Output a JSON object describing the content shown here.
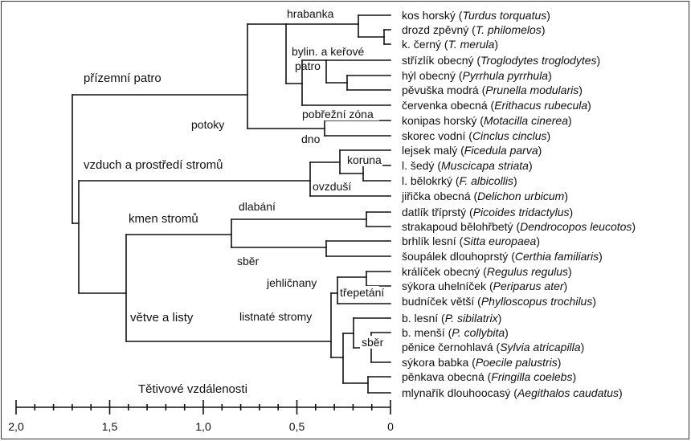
{
  "species": [
    {
      "cz": "kos horský",
      "lat": "Turdus torquatus"
    },
    {
      "cz": "drozd zpěvný",
      "lat": "T. philomelos"
    },
    {
      "cz": "k. černý",
      "lat": "T. merula"
    },
    {
      "cz": "střízlík obecný",
      "lat": "Troglodytes troglodytes"
    },
    {
      "cz": "hýl obecný",
      "lat": "Pyrrhula pyrrhula"
    },
    {
      "cz": "pěvuška modrá",
      "lat": "Prunella modularis"
    },
    {
      "cz": "červenka obecná",
      "lat": "Erithacus rubecula"
    },
    {
      "cz": "konipas horský",
      "lat": "Motacilla cinerea"
    },
    {
      "cz": "skorec vodní",
      "lat": "Cinclus cinclus"
    },
    {
      "cz": "lejsek malý",
      "lat": "Ficedula parva"
    },
    {
      "cz": "l. šedý",
      "lat": "Muscicapa striata"
    },
    {
      "cz": "l. bělokrký",
      "lat": "F. albicollis"
    },
    {
      "cz": "jiřička obecná",
      "lat": "Delichon urbicum"
    },
    {
      "cz": "datlík tříprstý",
      "lat": "Picoides tridactylus"
    },
    {
      "cz": "strakapoud bělohřbetý",
      "lat": "Dendrocopos leucotos"
    },
    {
      "cz": "brhlík lesní",
      "lat": "Sitta europaea"
    },
    {
      "cz": "šoupálek dlouhoprstý",
      "lat": "Certhia familiaris"
    },
    {
      "cz": "králíček obecný",
      "lat": "Regulus regulus"
    },
    {
      "cz": "sýkora uhelníček",
      "lat": "Periparus ater"
    },
    {
      "cz": "budníček větší",
      "lat": "Phylloscopus trochilus"
    },
    {
      "cz": "b. lesní",
      "lat": "P. sibilatrix"
    },
    {
      "cz": "b. menší",
      "lat": "P. collybita"
    },
    {
      "cz": "pěnice černohlavá",
      "lat": "Sylvia atricapilla"
    },
    {
      "cz": "sýkora babka",
      "lat": "Poecile palustris"
    },
    {
      "cz": "pěnkava obecná",
      "lat": "Fringilla coelebs"
    },
    {
      "cz": "mlynařík dlouhoocasý",
      "lat": "Aegithalos caudatus"
    }
  ],
  "labels": {
    "prizemni": "přízemní patro",
    "hrabanka": "hrabanka",
    "bylin1": "bylin. a keřové",
    "bylin2": "patro",
    "potoky": "potoky",
    "pobrezni": "pobřežní zóna",
    "dno": "dno",
    "vzduch": "vzduch a prostředí stromů",
    "koruna": "koruna",
    "ovzdusi": "ovzduší",
    "kmen": "kmen stromů",
    "dlabani": "dlabání",
    "sber1": "sběr",
    "jehlicnany": "jehličnany",
    "trepetani": "třepetání",
    "listnate": "listnaté stromy",
    "sber2": "sběr",
    "vetve": "větve a listy"
  },
  "axis": {
    "title": "Tětivové vzdálenosti",
    "ticks": [
      "2,0",
      "1,5",
      "1,0",
      "0,5",
      "0"
    ],
    "range": [
      2.0,
      0
    ]
  }
}
